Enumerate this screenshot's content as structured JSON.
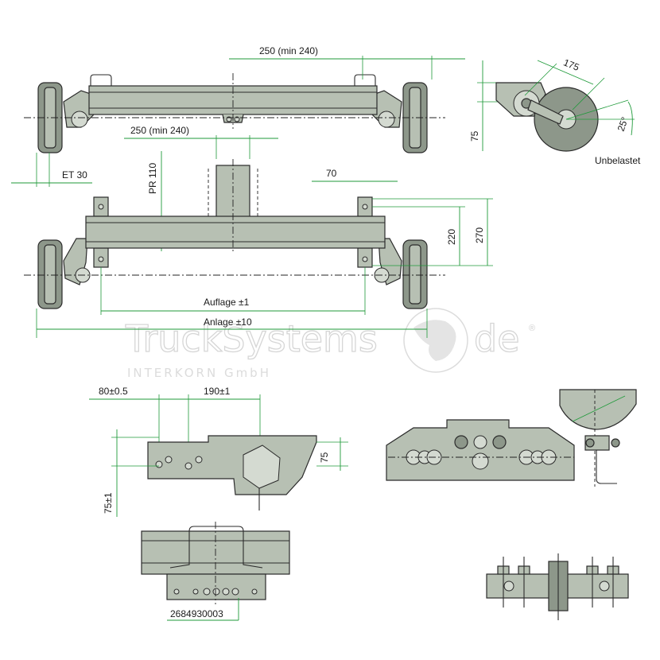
{
  "labels": {
    "top_spacing": "250 (min 240)",
    "mid_spacing": "250 (min 240)",
    "et": "ET 30",
    "pr": "PR 110",
    "seventy_top": "70",
    "h220": "220",
    "h270": "270",
    "auflage": "Auflage ±1",
    "anlage": "Anlage ±10",
    "arm175": "175",
    "arm75": "75",
    "angle": "25°",
    "unbelastet": "Unbelastet",
    "d80": "80±0.5",
    "d190": "190±1",
    "d75_right": "75",
    "d75_left": "75±1",
    "part_number": "2684930003"
  },
  "watermark": {
    "brand": "TruckSystems",
    "domain": "de",
    "registered": "®",
    "company": "INTERKORN GmbH"
  },
  "colors": {
    "steel": "#b7c0b3",
    "steel_dark": "#8d978a",
    "dimension_green": "#1f9a3a",
    "watermark_grey": "#d6d6d6"
  }
}
